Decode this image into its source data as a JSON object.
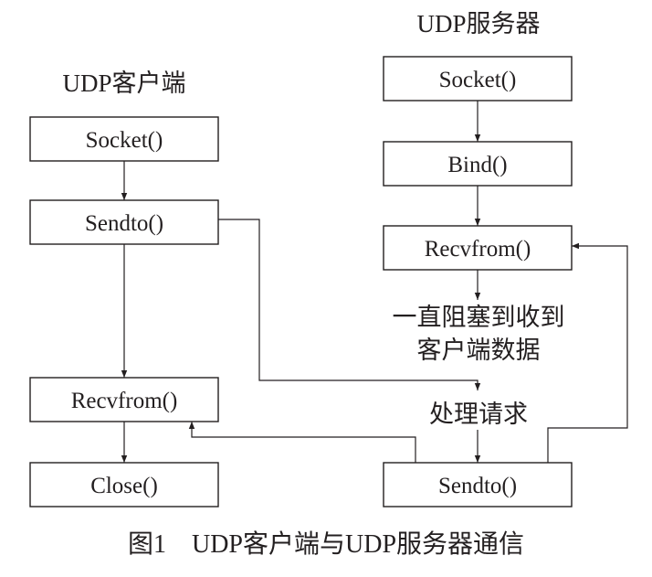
{
  "client": {
    "title": "UDP客户端",
    "socket": "Socket()",
    "sendto": "Sendto()",
    "recvfrom": "Recvfrom()",
    "close": "Close()"
  },
  "server": {
    "title": "UDP服务器",
    "socket": "Socket()",
    "bind": "Bind()",
    "recvfrom": "Recvfrom()",
    "block_note_line1": "一直阻塞到收到",
    "block_note_line2": "客户端数据",
    "process": "处理请求",
    "sendto": "Sendto()"
  },
  "caption": "图1　UDP客户端与UDP服务器通信",
  "colors": {
    "stroke": "#231f20",
    "background": "#ffffff"
  }
}
